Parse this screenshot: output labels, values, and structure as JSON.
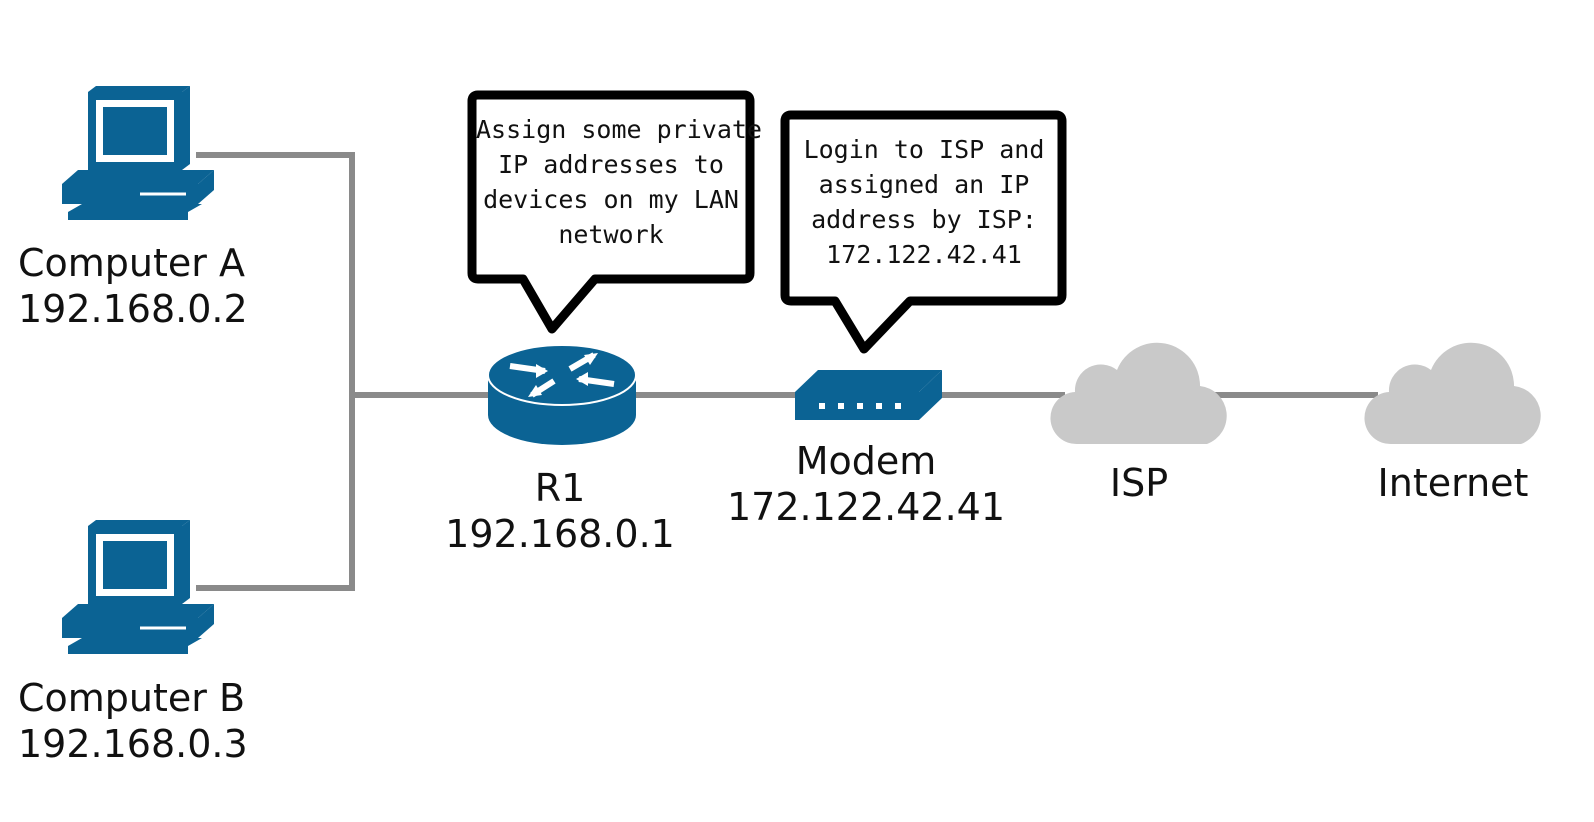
{
  "diagram": {
    "colors": {
      "device_blue": "#0b6394",
      "link_gray": "#8a8a8a",
      "cloud_gray": "#c9c9c9",
      "bubble_border": "#000000"
    },
    "nodes": {
      "computer_a": {
        "name": "Computer A",
        "ip": "192.168.0.2",
        "icon": "desktop-computer-icon"
      },
      "computer_b": {
        "name": "Computer B",
        "ip": "192.168.0.3",
        "icon": "desktop-computer-icon"
      },
      "router": {
        "name": "R1",
        "ip": "192.168.0.1",
        "icon": "router-icon"
      },
      "modem": {
        "name": "Modem",
        "ip": "172.122.42.41",
        "icon": "modem-icon"
      },
      "isp": {
        "name": "ISP",
        "icon": "cloud-icon"
      },
      "internet": {
        "name": "Internet",
        "icon": "cloud-icon"
      }
    },
    "callouts": {
      "router": {
        "lines": [
          "Assign some private",
          "IP addresses to",
          "devices on my LAN",
          "network"
        ]
      },
      "modem": {
        "lines": [
          "Login to ISP and",
          "assigned an IP",
          "address by ISP:",
          "172.122.42.41"
        ]
      }
    }
  }
}
